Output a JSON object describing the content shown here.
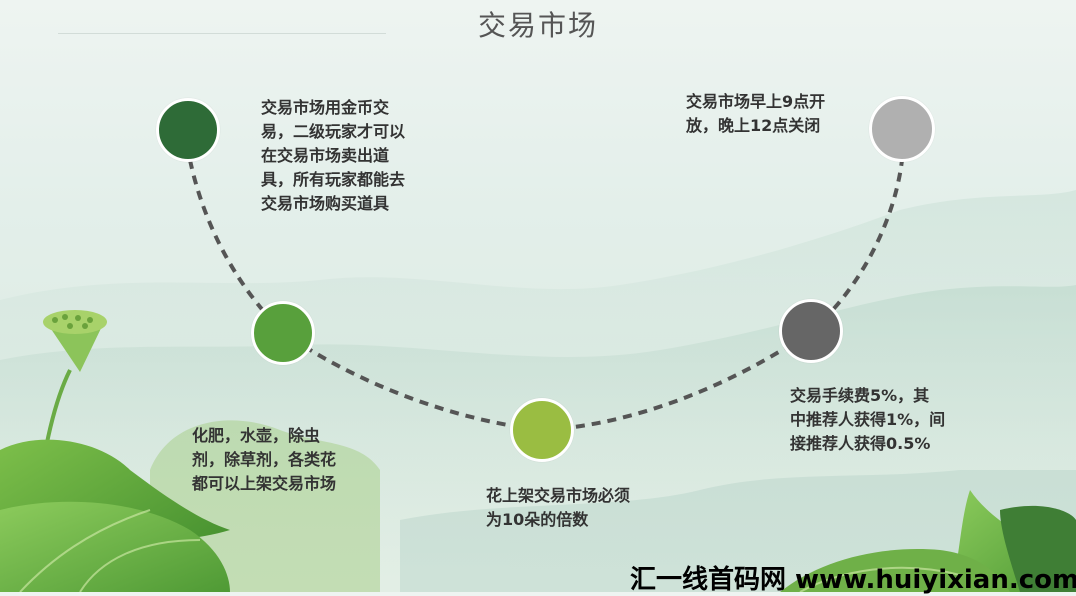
{
  "header": {
    "title": "交易市场"
  },
  "nodes": [
    {
      "id": "node-1",
      "color": "#2e6b37",
      "text": "交易市场用金币交易，二级玩家才可以在交易市场卖出道具，所有玩家都能去交易市场购买道具",
      "lines": [
        "交易市场用金币交",
        "易，二级玩家才可以",
        "在交易市场卖出道",
        "具，所有玩家都能去",
        "交易市场购买道具"
      ]
    },
    {
      "id": "node-2",
      "color": "#58a03c",
      "text": "化肥，水壶，除虫剂，除草剂，各类花都可以上架交易市场",
      "lines": [
        "化肥，水壶，除虫",
        "剂，除草剂，各类花",
        "都可以上架交易市场"
      ]
    },
    {
      "id": "node-3",
      "color": "#9abd42",
      "text": "花上架交易市场必须为10朵的倍数",
      "lines": [
        "花上架交易市场必须",
        "为10朵的倍数"
      ]
    },
    {
      "id": "node-4",
      "color": "#666666",
      "text": "交易手续费5%，其中推荐人获得1%，间接推荐人获得0.5%",
      "lines": [
        "交易手续费5%，其",
        "中推荐人获得1%，间",
        "接推荐人获得0.5%"
      ]
    },
    {
      "id": "node-5",
      "color": "#b0b0b0",
      "text": "交易市场早上9点开放，晚上12点关闭",
      "lines": [
        "交易市场早上9点开",
        "放，晚上12点关闭"
      ]
    }
  ],
  "footer": {
    "watermark": "汇一线首码网 www.huiyixian.com"
  },
  "colors": {
    "connector": "#555555",
    "title": "#555555",
    "text": "#333333"
  }
}
